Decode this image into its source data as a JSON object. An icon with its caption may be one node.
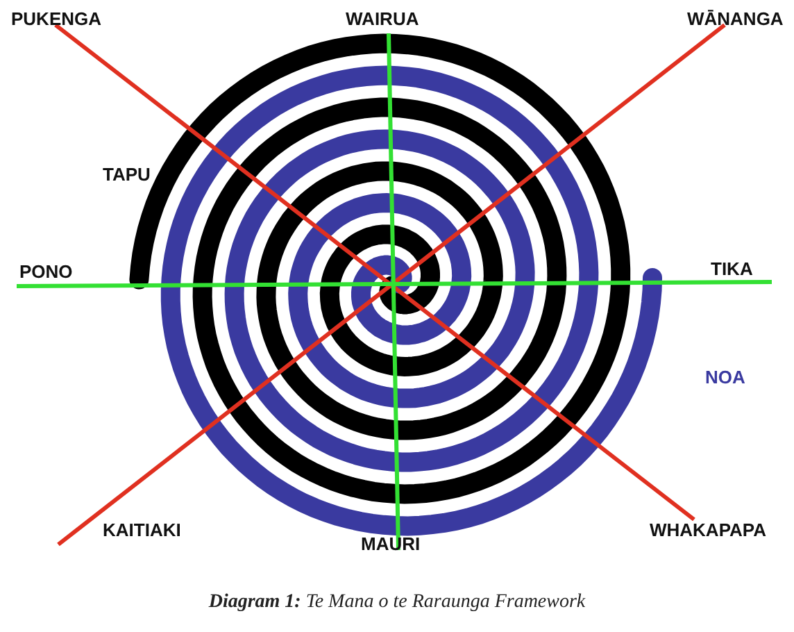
{
  "diagram": {
    "caption": "**Diagram 1:** Te Mana o te Raraunga Framework",
    "labels": [
      "PUKENGA",
      "WAIRUA",
      "WĀNANGA",
      "TAPU",
      "PONO",
      "TIKA",
      "NOA",
      "KAITIAKI",
      "MAURI",
      "WHAKAPAPA"
    ]
  }
}
